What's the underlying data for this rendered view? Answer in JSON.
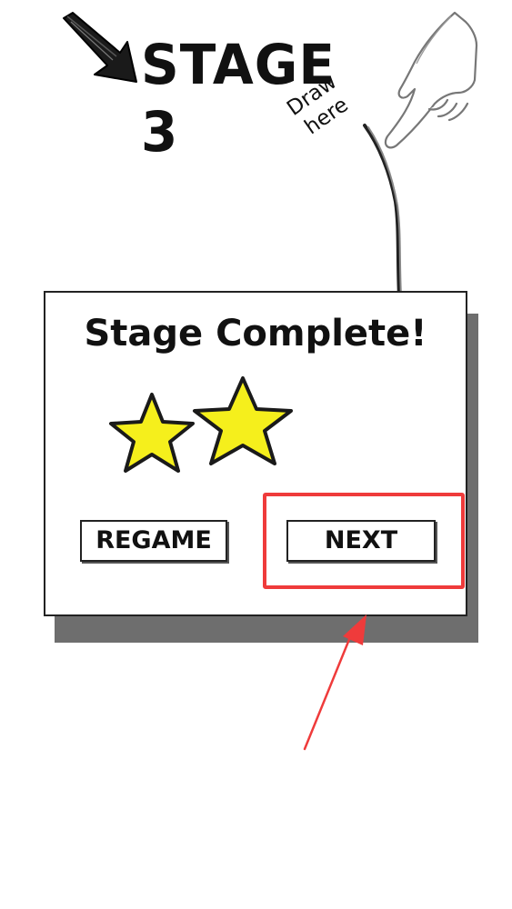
{
  "header": {
    "stage_title": "STAGE 3",
    "arrow_icon": "pencil-arrow-icon",
    "hand_icon": "pointing-hand-icon"
  },
  "hint": {
    "line1": "Draw",
    "line2": "here"
  },
  "dialog": {
    "title": "Stage Complete!",
    "stars_earned": 2,
    "star_color": "#f5ef1c",
    "buttons": {
      "regame_label": "REGAME",
      "next_label": "NEXT"
    }
  },
  "overlay": {
    "highlight_color": "#ef3b3b"
  }
}
